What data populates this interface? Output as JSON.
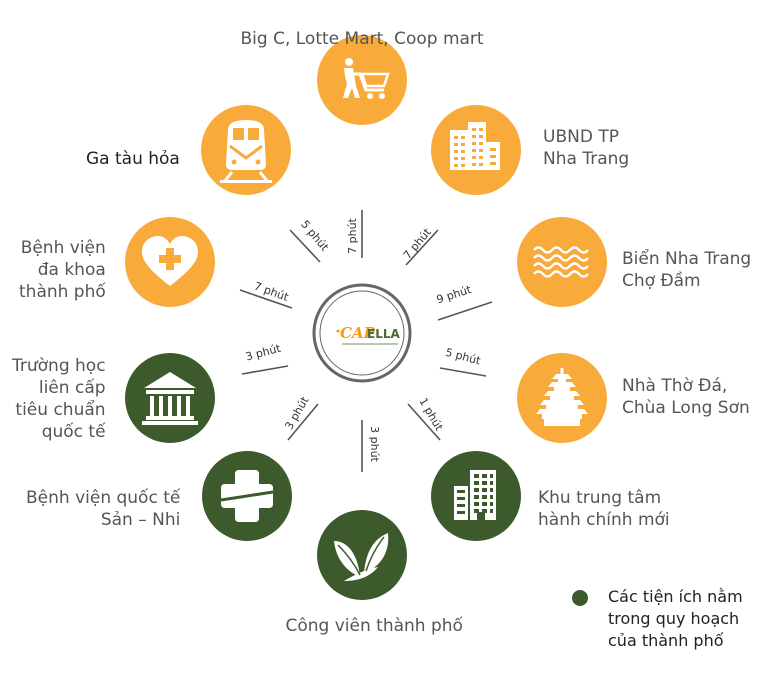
{
  "colors": {
    "orange": "#f8aa3a",
    "green": "#3d5a2c",
    "icon": "#ffffff",
    "line": "#555555",
    "logo_ring": "#666666",
    "logo_orange": "#f39c12",
    "logo_green": "#4b6a2e"
  },
  "center_logo": {
    "text": "CAPELLA",
    "icon": "capella-logo"
  },
  "nodes": [
    {
      "id": "supermarket",
      "icon": "shopping-cart-icon",
      "color": "orange",
      "label_lines": [
        "Big C, Lotte Mart, Coop mart"
      ],
      "time": "7 phút"
    },
    {
      "id": "city-hall",
      "icon": "buildings-icon",
      "color": "orange",
      "label_lines": [
        "UBND TP",
        "Nha Trang"
      ],
      "time": "7 phút"
    },
    {
      "id": "beach",
      "icon": "waves-icon",
      "color": "orange",
      "label_lines": [
        "Biển Nha Trang",
        "Chợ Đầm"
      ],
      "time": "9 phút"
    },
    {
      "id": "pagoda",
      "icon": "pagoda-icon",
      "color": "orange",
      "label_lines": [
        "Nhà Thờ Đá,",
        "Chùa Long Sơn"
      ],
      "time": "5 phút"
    },
    {
      "id": "admin-center",
      "icon": "office-building-icon",
      "color": "green",
      "label_lines": [
        "Khu trung tâm",
        "hành chính mới"
      ],
      "time": "1 phút"
    },
    {
      "id": "park",
      "icon": "leaves-icon",
      "color": "green",
      "label_lines": [
        "Công viên thành phố"
      ],
      "time": "3 phút"
    },
    {
      "id": "intl-hospital",
      "icon": "medical-cross-icon",
      "color": "green",
      "label_lines": [
        "Bệnh viện quốc tế",
        "Sản – Nhi"
      ],
      "time": "3 phút"
    },
    {
      "id": "school",
      "icon": "classical-building-icon",
      "color": "green",
      "label_lines": [
        "Trường học",
        "liên cấp",
        "tiêu chuẩn",
        "quốc tế"
      ],
      "time": "3 phút"
    },
    {
      "id": "hospital",
      "icon": "heart-plus-icon",
      "color": "orange",
      "label_lines": [
        "Bệnh viện",
        "đa khoa",
        "thành phố"
      ],
      "time": "7 phút"
    },
    {
      "id": "train-station",
      "icon": "train-icon",
      "color": "orange",
      "label_lines": [
        "Ga tàu hỏa"
      ],
      "time": "5 phút"
    }
  ],
  "legend": {
    "color": "green",
    "lines": [
      "Các tiện ích nằm",
      "trong quy hoạch",
      "của thành phố"
    ]
  }
}
